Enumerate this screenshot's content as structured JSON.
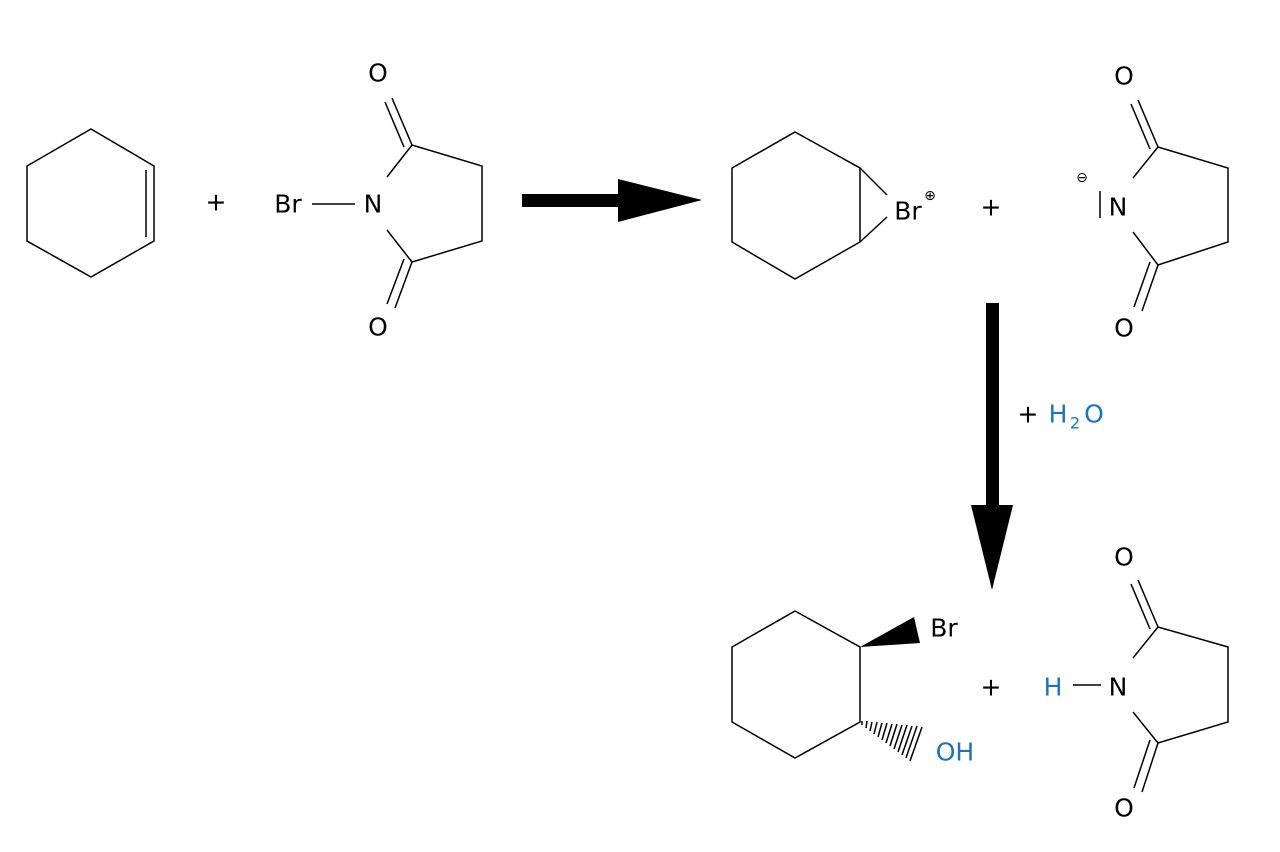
{
  "reaction": {
    "plus_sign": "+",
    "reagent_label": {
      "plus": "+",
      "H": "H",
      "subscript": "2",
      "O": "O"
    },
    "accent_color": "#1b75bc",
    "reactants": {
      "nbs": {
        "Br": "Br",
        "N": "N",
        "O_top": "O",
        "O_bottom": "O"
      }
    },
    "intermediates": {
      "bromonium": {
        "Br": "Br",
        "charge": "⊕"
      },
      "succinimide_anion": {
        "N": "N",
        "charge": "⊖",
        "O_top": "O",
        "O_bottom": "O"
      }
    },
    "products": {
      "bromohydrin": {
        "Br": "Br",
        "OH": "OH"
      },
      "succinimide": {
        "H": "H",
        "N": "N",
        "O_top": "O",
        "O_bottom": "O"
      }
    }
  }
}
